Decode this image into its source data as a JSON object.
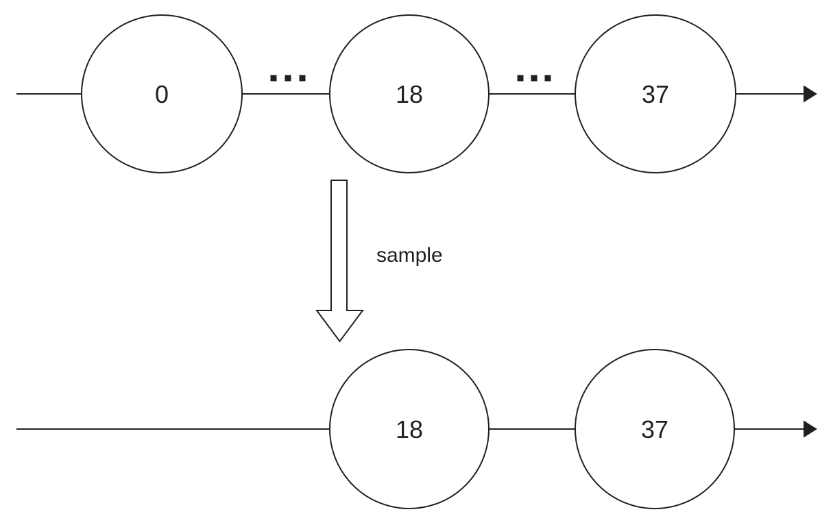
{
  "diagram": {
    "description": "state chain sampled down to fewer states",
    "colors": {
      "background": "#ffffff",
      "line": "#231f20"
    },
    "top_chain": {
      "nodes": [
        {
          "label": "0"
        },
        {
          "label": "18"
        },
        {
          "label": "37"
        }
      ],
      "ellipsis": "..."
    },
    "sample_arrow": {
      "label": "sample"
    },
    "bottom_chain": {
      "nodes": [
        {
          "label": "18"
        },
        {
          "label": "37"
        }
      ]
    }
  }
}
